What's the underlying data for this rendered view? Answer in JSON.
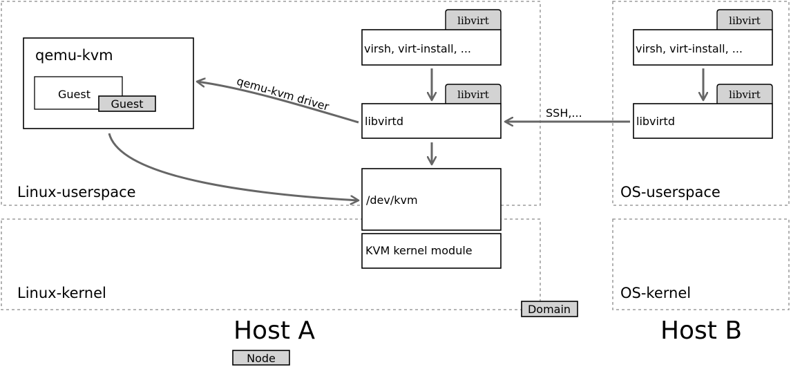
{
  "host_a": {
    "title": "Host A",
    "userspace_label": "Linux-userspace",
    "kernel_label": "Linux-kernel",
    "qemu_box": {
      "title": "qemu-kvm",
      "guest_label": "Guest",
      "guest_tag": "Guest"
    },
    "virsh_box": {
      "label": "virsh, virt-install, ...",
      "tag": "libvirt"
    },
    "libvirtd_box": {
      "label": "libvirtd",
      "tag": "libvirt"
    },
    "devkvm_box": {
      "label": "/dev/kvm"
    },
    "kvm_module_box": {
      "label": "KVM kernel module"
    },
    "driver_arrow_label": "qemu-kvm driver",
    "domain_tag": "Domain",
    "node_tag": "Node"
  },
  "host_b": {
    "title": "Host B",
    "userspace_label": "OS-userspace",
    "kernel_label": "OS-kernel",
    "virsh_box": {
      "label": "virsh, virt-install, ...",
      "tag": "libvirt"
    },
    "libvirtd_box": {
      "label": "libvirtd",
      "tag": "libvirt"
    }
  },
  "ssh_arrow_label": "SSH,...",
  "colors": {
    "line": "#000000",
    "arrow": "#666666",
    "dash": "#888888",
    "tag_fill": "#d3d3d3"
  }
}
